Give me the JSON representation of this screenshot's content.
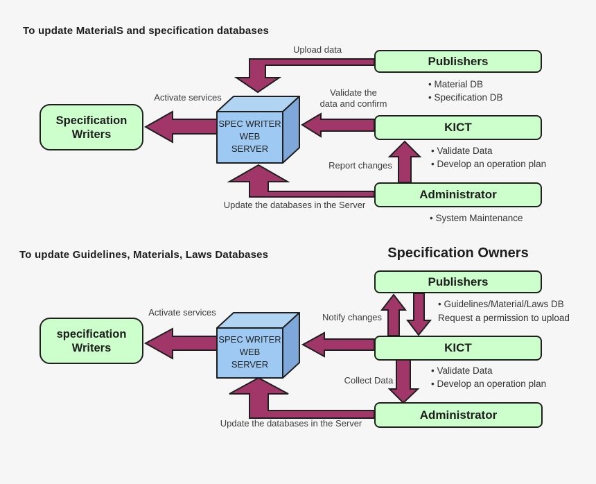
{
  "colors": {
    "background": "#f6f6f6",
    "arrow_fill": "#a03768",
    "arrow_stroke": "#1f1f1f",
    "box_fill": "#ccffcc",
    "box_stroke": "#1f1f1f",
    "cube_front": "#9ec9f3",
    "cube_top": "#b2d4f3",
    "cube_right": "#7da8d9"
  },
  "top": {
    "title": "To update MaterialS and specification databases",
    "writers_label": "Specification\nWriters",
    "server_label": "SPEC WRITER\nWEB\nSERVER",
    "publishers": {
      "label": "Publishers",
      "notes": [
        "• Material DB",
        "• Specification DB"
      ]
    },
    "kict": {
      "label": "KICT",
      "notes": [
        "• Validate Data",
        "• Develop an operation plan"
      ]
    },
    "administrator": {
      "label": "Administrator",
      "notes": [
        "• System Maintenance"
      ]
    },
    "labels": {
      "upload": "Upload data",
      "validate": "Validate the\ndata and confirm",
      "activate": "Activate services",
      "report": "Report changes",
      "update": "Update the databases in the Server"
    }
  },
  "bottom": {
    "title": "To update Guidelines, Materials, Laws Databases",
    "owners_title": "Specification Owners",
    "writers_label": "specification\nWriters",
    "server_label": "SPEC WRITER\nWEB\nSERVER",
    "publishers": {
      "label": "Publishers",
      "notes": [
        "• Guidelines/Material/Laws DB",
        "Request a permission to upload"
      ]
    },
    "kict": {
      "label": "KICT",
      "notes": [
        "• Validate Data",
        "• Develop an operation plan"
      ]
    },
    "administrator": {
      "label": "Administrator",
      "notes": []
    },
    "labels": {
      "notify": "Notify changes",
      "collect": "Collect Data",
      "activate": "Activate services",
      "update": "Update the databases in the Server"
    }
  }
}
